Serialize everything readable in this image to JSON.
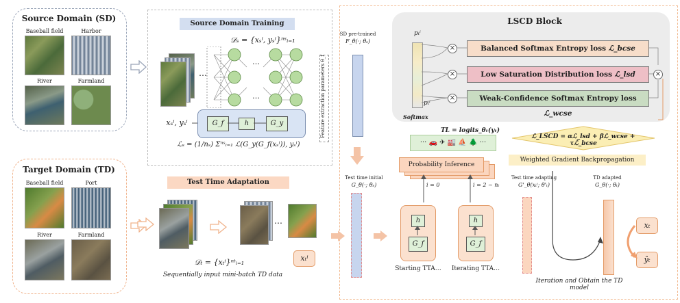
{
  "source_domain": {
    "title": "Source Domain (SD)",
    "labels": [
      "Baseball field",
      "Harbor",
      "River",
      "Farmland"
    ]
  },
  "target_domain": {
    "title": "Target Domain (TD)",
    "labels": [
      "Baseball field",
      "Port",
      "River",
      "Farmland"
    ]
  },
  "training": {
    "title": "Source Domain Training",
    "dataset_formula": "𝒟ₛ = {xₛⁱ, yₛⁱ}ⁿˢᵢ₌₁",
    "input_label": "xₛⁱ, yₛⁱ",
    "block_gf": "G_f",
    "block_h": "h",
    "block_gy": "G_y",
    "loss_formula": "ℒₛ = (1/nₛ) Σⁿˢᵢ₌₁ ℒ(G_y(G_f(xₛⁱ)), yₛⁱ)",
    "side_label": "Feature extraction parameters θ_f",
    "ellipsis": "…"
  },
  "pretrained": {
    "line1": "SD pre-trained",
    "line2": "F_θ(·; θₛ)"
  },
  "tta": {
    "title": "Test Time Adaptation",
    "dataset_formula": "𝒟ₜ = {xₜⁱ}ⁿᵗᵢ₌₁",
    "caption": "Sequentially input mini-batch TD data",
    "sample_label": "xₜⁱ",
    "ellipsis": "…"
  },
  "initial": {
    "line1": "Test time initial",
    "line2": "G_θ(·; θₛ)"
  },
  "iterations": {
    "start_label": "i = 0",
    "iter_label": "i = 2 ~ nₜ",
    "start_caption": "Starting TTA…",
    "iter_caption": "Iterating TTA…",
    "block_h": "h",
    "block_gf": "G_f"
  },
  "inference": {
    "tl_formula": "TL = logits_θₜ(yₜ)",
    "box_label": "Probability Inference",
    "icons": "··· 🚗 ✈ 🏭 ⛵ 🌲 ···"
  },
  "lscd": {
    "title": "LSCD Block",
    "p_top": "pₜⁱ",
    "p_bottom": "pₜⁱ",
    "softmax": "Softmax",
    "losses": [
      {
        "name": "Balanced Softmax Entropy loss",
        "symbol": "ℒ_bcse",
        "color": "#f7ddc9"
      },
      {
        "name": "Low Saturation Distribution loss",
        "symbol": "ℒ_lsd",
        "color": "#eebfc6"
      },
      {
        "name": "Weak-Confidence Softmax Entropy loss",
        "symbol": "ℒ_wcse",
        "color": "#c9dcc2"
      }
    ],
    "total_formula": "ℒ_LSCD = αℒ_lsd + βℒ_wcse + τℒ_bcse",
    "backprop": "Weighted Gradient Backpropagation"
  },
  "adapting": {
    "line1": "Test time adapting",
    "line2": "G'_θ(xₜⁱ; θ'ₜ)"
  },
  "adapted": {
    "line1": "TD adapted",
    "line2": "G_θ(·; θₜ)",
    "x_label": "xₜ",
    "y_label": "ŷₜ",
    "caption": "Iteration and Obtain the TD model"
  }
}
